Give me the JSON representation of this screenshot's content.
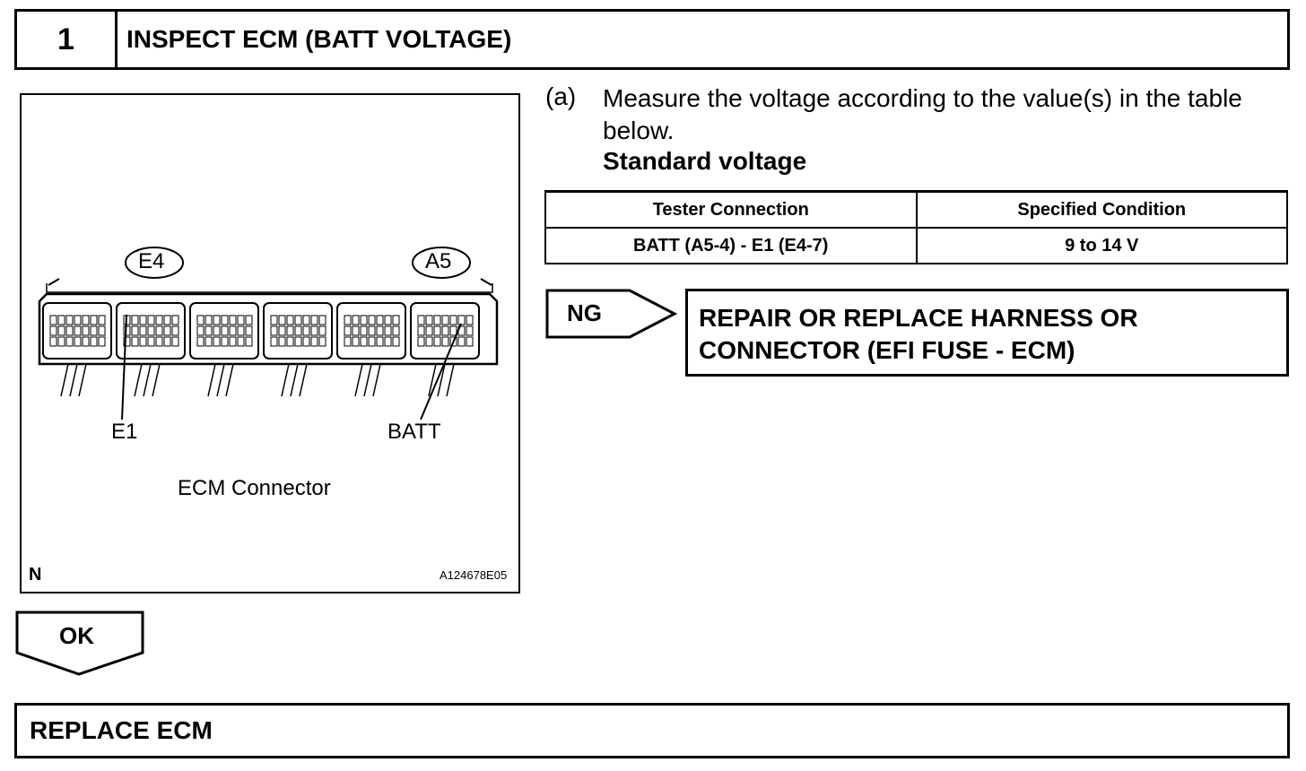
{
  "step": {
    "number": "1",
    "title": "INSPECT ECM (BATT VOLTAGE)"
  },
  "figure": {
    "connector_label_left": "E4",
    "connector_label_right": "A5",
    "pin_label_left": "E1",
    "pin_label_right": "BATT",
    "caption": "ECM Connector",
    "corner_mark": "N",
    "figure_id": "A124678E05"
  },
  "instruction": {
    "letter": "(a)",
    "text": "Measure the voltage according to the value(s) in the table below.",
    "table_heading": "Standard voltage"
  },
  "table": {
    "headers": [
      "Tester Connection",
      "Specified Condition"
    ],
    "rows": [
      [
        "BATT (A5-4) - E1 (E4-7)",
        "9 to 14 V"
      ]
    ]
  },
  "ng": {
    "label": "NG",
    "result_line1": "REPAIR OR REPLACE HARNESS OR",
    "result_line2": "CONNECTOR (EFI FUSE - ECM)"
  },
  "ok": {
    "label": "OK"
  },
  "final": {
    "text": "REPLACE ECM"
  }
}
